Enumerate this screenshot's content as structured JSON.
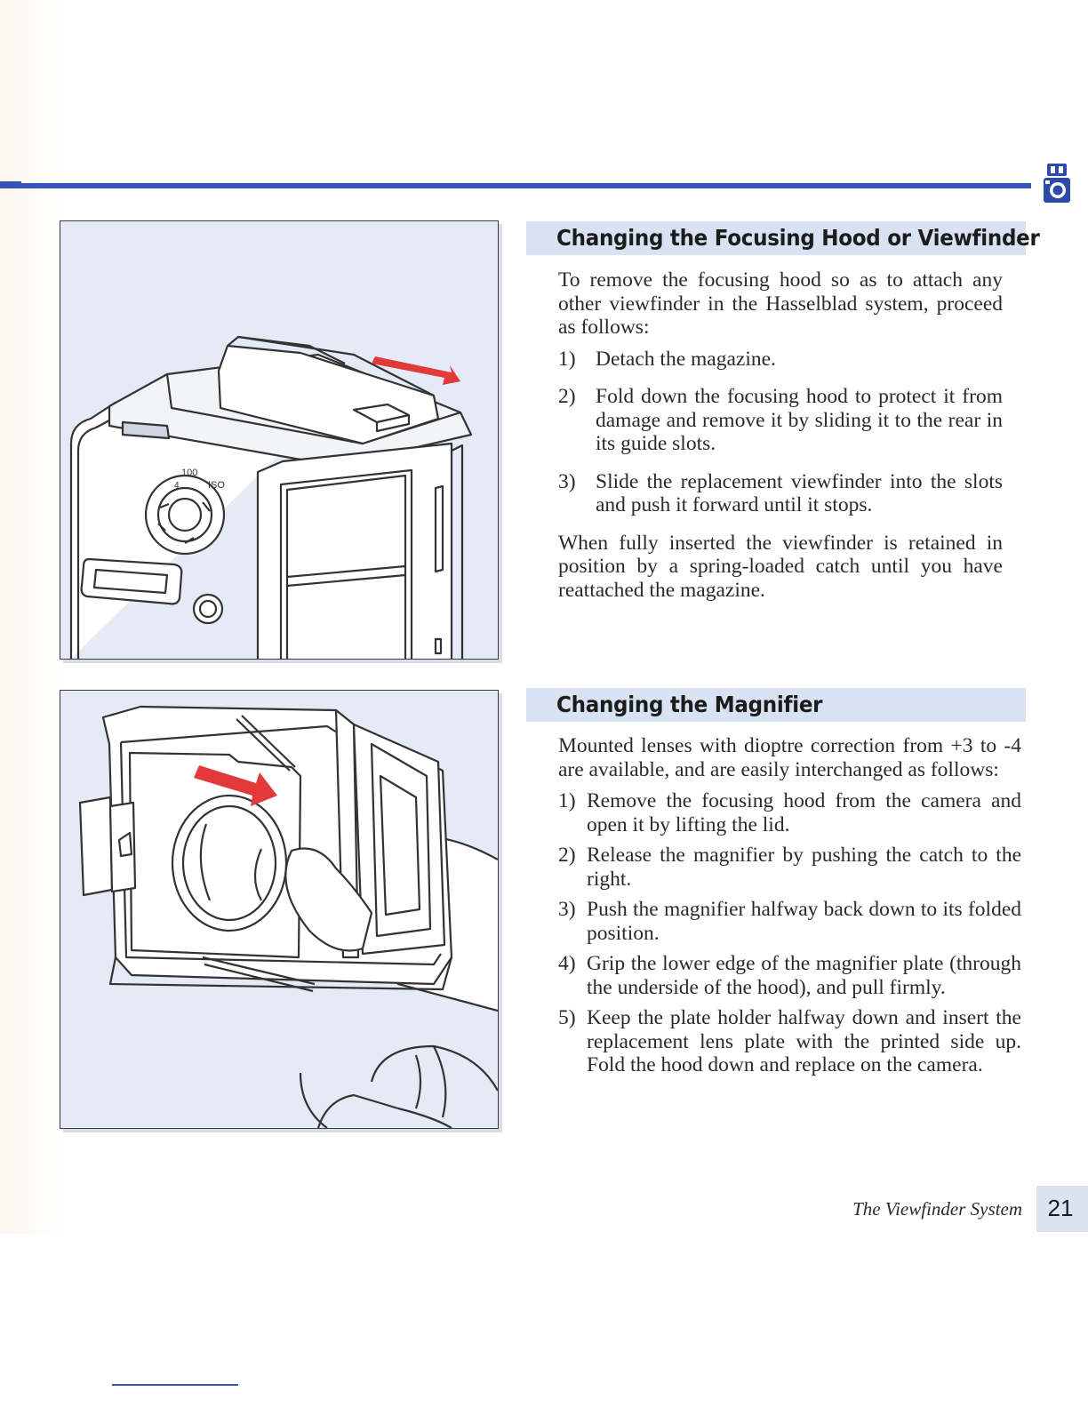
{
  "colors": {
    "accent_rule": "#3754b8",
    "section_bar": "#d9e2f2",
    "figure_bg": "#e4ebf6",
    "arrow_red": "#e2393b",
    "page_tab": "#dbe3f0"
  },
  "icons": {
    "corner": "hasselblad-camera-icon"
  },
  "section1": {
    "heading": "Changing the Focusing Hood or Viewfinder",
    "intro": "To remove the focusing hood so as to attach any other viewfinder in the Hasselblad system, proceed as follows:",
    "steps": [
      {
        "num": "1)",
        "text": "Detach the magazine."
      },
      {
        "num": "2)",
        "text": "Fold down the focusing hood to protect it from damage and remove it by sliding it to the rear in its guide slots."
      },
      {
        "num": "3)",
        "text": "Slide the replacement viewfinder into the slots and push it forward until it stops."
      }
    ],
    "outro": "When fully inserted the viewfinder is retained in position by a spring-loaded catch until you have reattached the magazine."
  },
  "section2": {
    "heading": "Changing the Magnifier",
    "intro": "Mounted lenses with dioptre correction from +3 to -4 are available, and are easily interchanged as follows:",
    "steps": [
      {
        "num": "1)",
        "text": "Remove the focusing hood from the camera and open it by lifting the lid."
      },
      {
        "num": "2)",
        "text": "Release the magnifier by pushing the catch to the right."
      },
      {
        "num": "3)",
        "text": "Push the magnifier halfway back down to its folded position."
      },
      {
        "num": "4)",
        "text": "Grip the lower edge of the magnifier plate (through the underside of the hood), and pull firmly."
      },
      {
        "num": "5)",
        "text": "Keep the plate holder halfway down and insert the replacement lens plate with the printed side up. Fold the hood down and replace on the camera."
      }
    ]
  },
  "figure1": {
    "dial_labels": [
      "100",
      "ISO",
      "4"
    ]
  },
  "footer": {
    "section_title": "The Viewfinder System",
    "page_number": "21"
  }
}
